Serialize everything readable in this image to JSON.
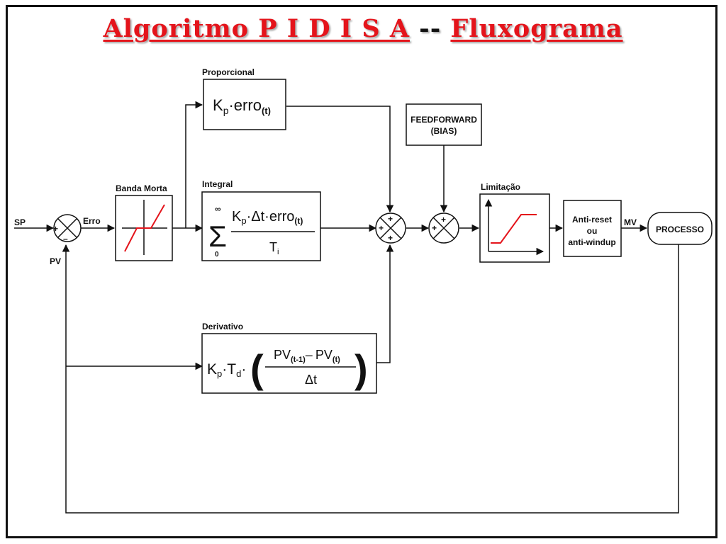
{
  "title": {
    "part1": "Algoritmo  P I D  I S A",
    "separator": "--",
    "part2": "Fluxograma"
  },
  "signals": {
    "sp": "SP",
    "erro": "Erro",
    "pv": "PV",
    "mv": "MV"
  },
  "blocks": {
    "banda_morta": "Banda Morta",
    "proporcional": {
      "label": "Proporcional",
      "k": "K",
      "k_sub": "p",
      "erro": "·erro",
      "erro_sub": "(t)"
    },
    "integral": {
      "label": "Integral",
      "sum_top": "∞",
      "sum_bottom": "0",
      "num_k": "K",
      "num_k_sub": "p",
      "num_rest": "·Δt·erro",
      "num_sub": "(t)",
      "den": "T",
      "den_sub": "i"
    },
    "derivativo": {
      "label": "Derivativo",
      "k": "K",
      "k_sub": "p",
      "td": "·T",
      "td_sub": "d",
      "dot": "·",
      "pv1": "PV",
      "pv1_sub": "(t-1)",
      "minus": "–",
      "pv2": "PV",
      "pv2_sub": "(t)",
      "den": "Δt"
    },
    "feedforward": {
      "line1": "FEEDFORWARD",
      "line2": "(BIAS)"
    },
    "limitacao": "Limitação",
    "anti_reset": {
      "line1": "Anti-reset",
      "line2": "ou",
      "line3": "anti-windup"
    },
    "processo": "PROCESSO"
  },
  "summing_signs": {
    "sum1": {
      "left": "+",
      "bottom": "–"
    },
    "sum2": {
      "top": "+",
      "left": "+",
      "bottom": "+"
    },
    "sum3": {
      "left": "+",
      "top": "+"
    }
  }
}
